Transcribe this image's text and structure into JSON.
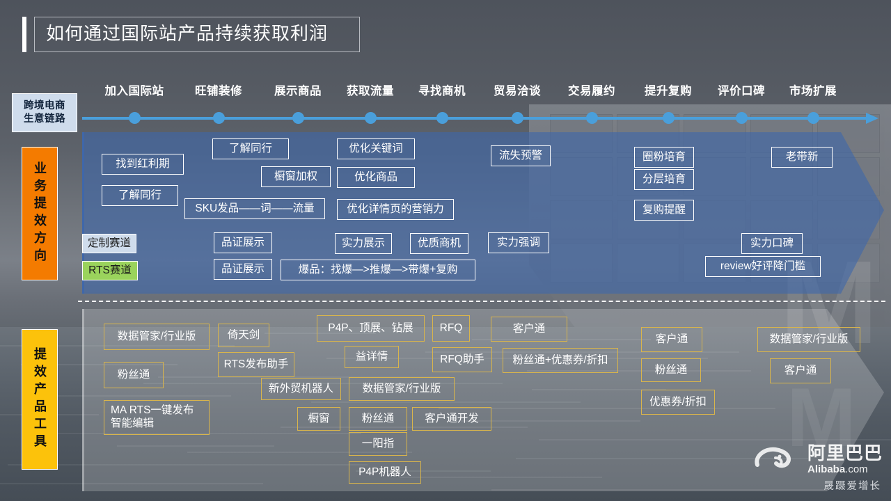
{
  "title": "如何通过国际站产品持续获取利润",
  "chain": {
    "badge_line1": "跨境电商",
    "badge_line2": "生意链路",
    "stages": [
      "加入国际站",
      "旺铺装修",
      "展示商品",
      "获取流量",
      "寻找商机",
      "贸易洽谈",
      "交易履约",
      "提升复购",
      "评价口碑",
      "市场扩展"
    ]
  },
  "rows": {
    "business": {
      "tag": "业务提效方向",
      "accent": "#f47b00",
      "boxes": [
        {
          "label": "找到红利期",
          "style": "outline"
        },
        {
          "label": "了解同行",
          "style": "outline"
        },
        {
          "label": "了解同行",
          "style": "outline"
        },
        {
          "label": "橱窗加权",
          "style": "outline"
        },
        {
          "label": "SKU发品——词——流量",
          "style": "outline"
        },
        {
          "label": "优化关键词",
          "style": "outline"
        },
        {
          "label": "优化商品",
          "style": "outline"
        },
        {
          "label": "优化详情页的营销力",
          "style": "outline"
        },
        {
          "label": "流失预警",
          "style": "outline"
        },
        {
          "label": "圈粉培育",
          "style": "outline"
        },
        {
          "label": "分层培育",
          "style": "outline"
        },
        {
          "label": "复购提醒",
          "style": "outline"
        },
        {
          "label": "老带新",
          "style": "outline"
        },
        {
          "label": "定制赛道",
          "style": "lightblue"
        },
        {
          "label": "RTS赛道",
          "style": "green"
        },
        {
          "label": "品证展示",
          "style": "outline"
        },
        {
          "label": "品证展示",
          "style": "outline"
        },
        {
          "label": "实力展示",
          "style": "outline"
        },
        {
          "label": "优质商机",
          "style": "outline"
        },
        {
          "label": "实力强调",
          "style": "outline"
        },
        {
          "label": "爆品：找爆—>推爆—>带爆+复购",
          "style": "outline"
        },
        {
          "label": "实力口碑",
          "style": "outline"
        },
        {
          "label": "review好评降门槛",
          "style": "outline"
        }
      ]
    },
    "tools": {
      "tag": "提效产品工具",
      "accent": "#fcc20b",
      "boxes": [
        {
          "label": "数据管家/行业版"
        },
        {
          "label": "粉丝通"
        },
        {
          "label": "MA RTS一键发布\n智能编辑"
        },
        {
          "label": "倚天剑"
        },
        {
          "label": "RTS发布助手"
        },
        {
          "label": "新外贸机器人"
        },
        {
          "label": "橱窗"
        },
        {
          "label": "P4P、顶展、钻展"
        },
        {
          "label": "益详情"
        },
        {
          "label": "数据管家/行业版"
        },
        {
          "label": "粉丝通"
        },
        {
          "label": "一阳指"
        },
        {
          "label": "P4P机器人"
        },
        {
          "label": "客户通开发"
        },
        {
          "label": "RFQ"
        },
        {
          "label": "RFQ助手"
        },
        {
          "label": "客户通"
        },
        {
          "label": "粉丝通+优惠券/折扣"
        },
        {
          "label": "客户通"
        },
        {
          "label": "粉丝通"
        },
        {
          "label": "优惠券/折扣"
        },
        {
          "label": "数据管家/行业版"
        },
        {
          "label": "客户通"
        }
      ]
    }
  },
  "logo": {
    "cn": "阿里巴巴",
    "en": "Alibaba",
    "en_suffix": ".com"
  },
  "tagline": "晟蹑爱增长",
  "colors": {
    "timeline": "#4a9fdb",
    "blue_panel": "#3f67aa",
    "gold_border": "#d9b54c",
    "orange_tag": "#f47b00",
    "yellow_tag": "#fcc20b",
    "green_box": "#9ad35c",
    "lightblue_box": "#cfdcec"
  }
}
